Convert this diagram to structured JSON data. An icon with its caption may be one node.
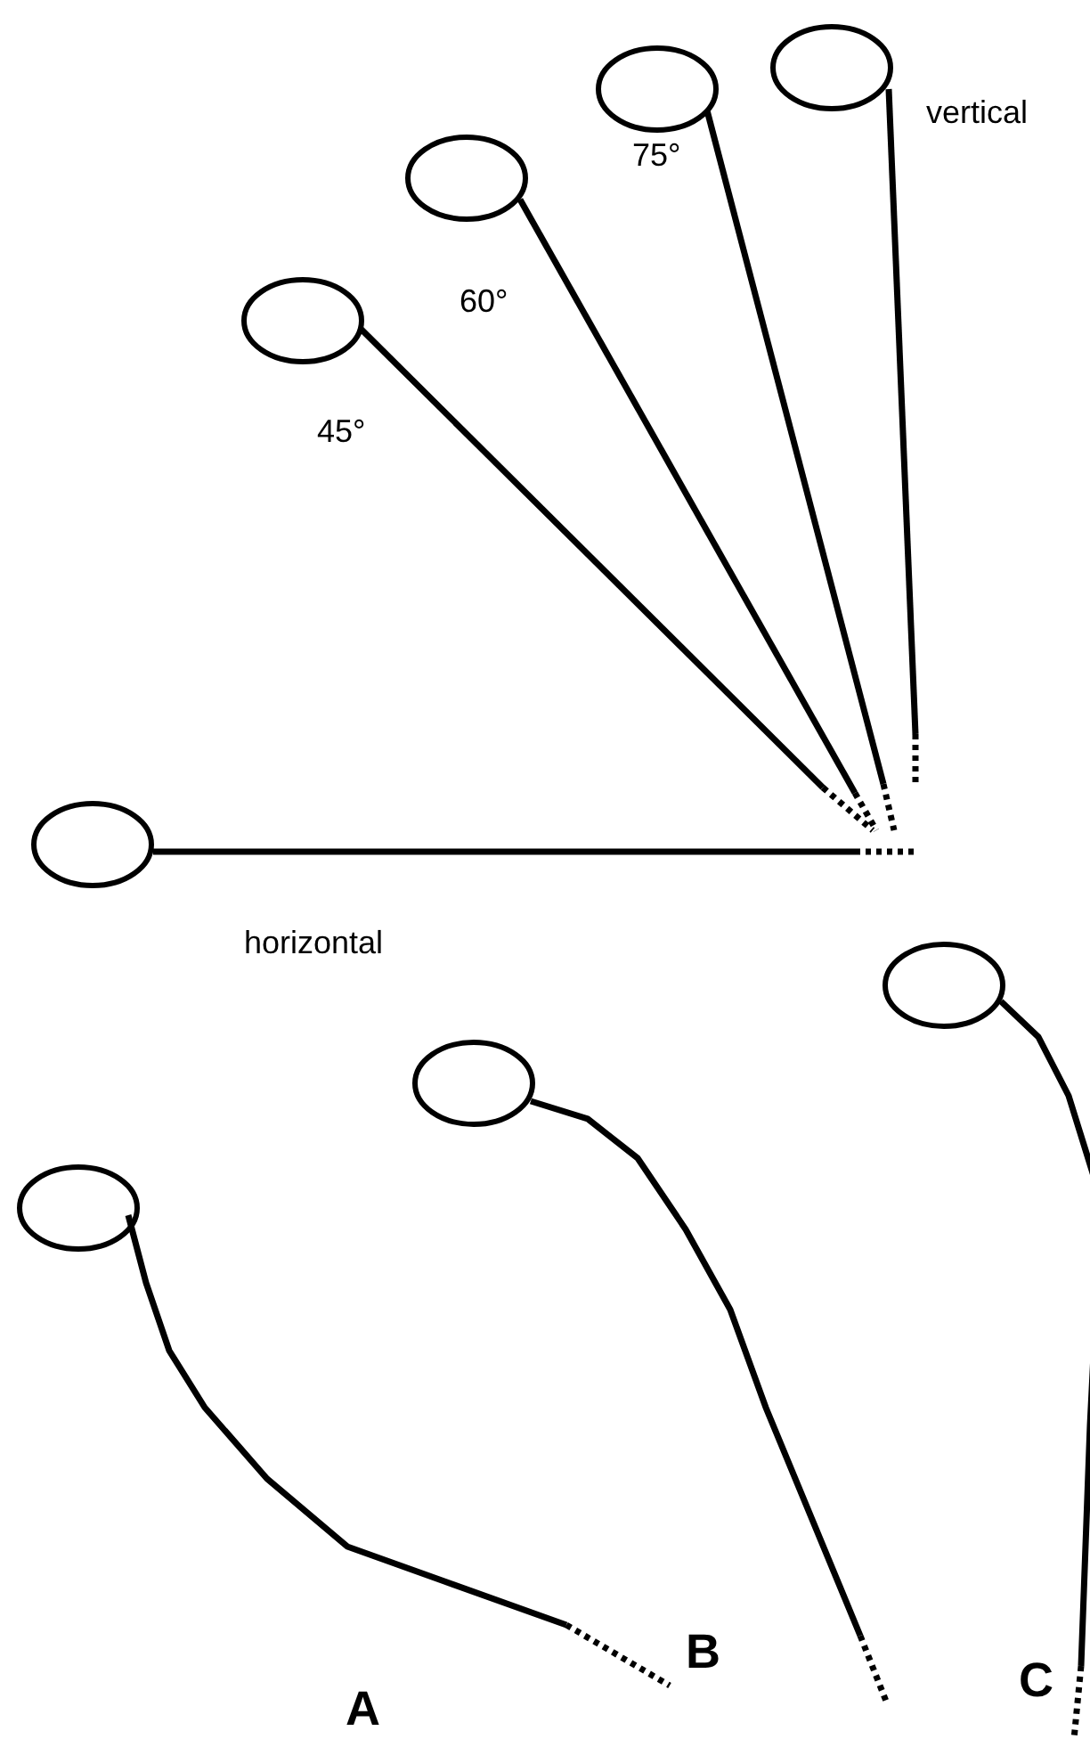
{
  "diagram": {
    "labels": [
      "vertical",
      "75°",
      "60°",
      "45°",
      "horizontal",
      "A",
      "B",
      "C"
    ]
  }
}
